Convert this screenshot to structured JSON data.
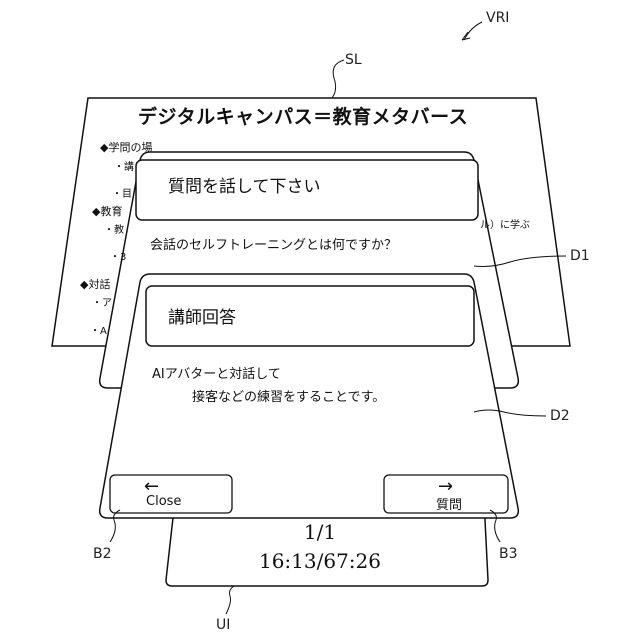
{
  "refs": {
    "vri": "VRI",
    "sl": "SL",
    "d1": "D1",
    "d2": "D2",
    "b2": "B2",
    "b3": "B3",
    "ui": "UI"
  },
  "slide": {
    "title": "デジタルキャンパス＝教育メタバース",
    "bullets": [
      "◆学問の場",
      "◆教育",
      "◆対話"
    ],
    "sub_items": [
      "・講",
      "・目",
      "・教",
      "・3",
      "・ア",
      "・A"
    ],
    "right_fragment": "ル）に学ぶ"
  },
  "dialog1": {
    "title": "質問を話して下さい",
    "question": "会話のセルフトレーニングとは何ですか？"
  },
  "dialog2": {
    "title": "講師回答",
    "answer_line1": "AIアバターと対話して",
    "answer_line2": "接客などの練習をすることです。"
  },
  "buttons": {
    "close": {
      "arrow": "←",
      "label": "Close"
    },
    "question": {
      "arrow": "→",
      "label": "質問"
    }
  },
  "ui_panel": {
    "page": "1/1",
    "time": "16:13/67:26"
  }
}
